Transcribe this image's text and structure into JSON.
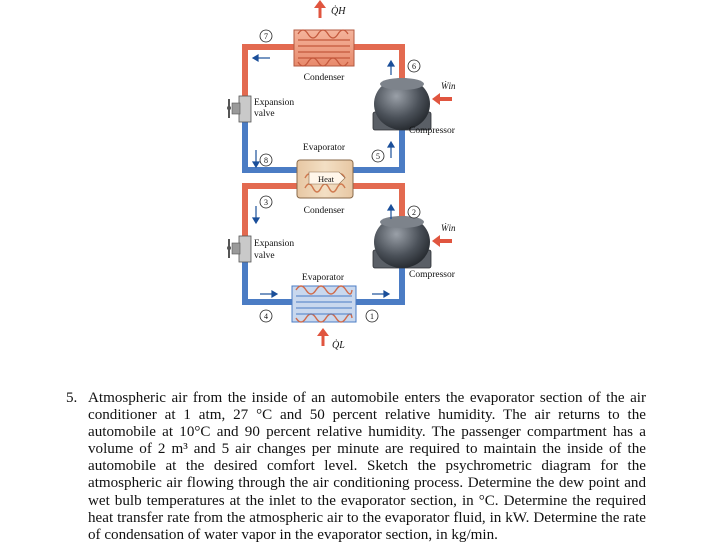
{
  "diagram": {
    "heat_out_label": "Q̇H",
    "heat_in_label": "Q̇L",
    "heat_label": "Heat",
    "work_label": "Ẇin",
    "upper_cycle": {
      "condenser_label": "Condenser",
      "evaporator_label": "Evaporator",
      "expansion_valve_label_1": "Expansion",
      "expansion_valve_label_2": "valve",
      "compressor_label": "Compressor",
      "state_points": [
        "5",
        "6",
        "7",
        "8"
      ]
    },
    "lower_cycle": {
      "condenser_label": "Condenser",
      "evaporator_label": "Evaporator",
      "expansion_valve_label_1": "Expansion",
      "expansion_valve_label_2": "valve",
      "compressor_label": "Compressor",
      "state_points": [
        "1",
        "2",
        "3",
        "4"
      ]
    },
    "colors": {
      "hot": "#e36a50",
      "cold": "#4b7cc4",
      "arrow": "#e0553f"
    }
  },
  "problem": {
    "number": "5.",
    "text": "Atmospheric air from the inside of an automobile enters the evaporator section of the air conditioner at 1 atm, 27 °C and 50 percent relative humidity. The air returns to the automobile at 10°C and 90 percent relative humidity. The passenger compartment has a volume of 2 m³ and 5 air changes per minute are required to maintain the inside of the automobile at the desired comfort level. Sketch the psychrometric diagram for the atmospheric air flowing through the air conditioning process. Determine the dew point and wet bulb temperatures at the inlet to the evaporator section, in °C. Determine the required heat transfer rate from the atmospheric air to the evaporator fluid, in kW. Determine the rate of condensation of water vapor in the evaporator section, in kg/min."
  }
}
